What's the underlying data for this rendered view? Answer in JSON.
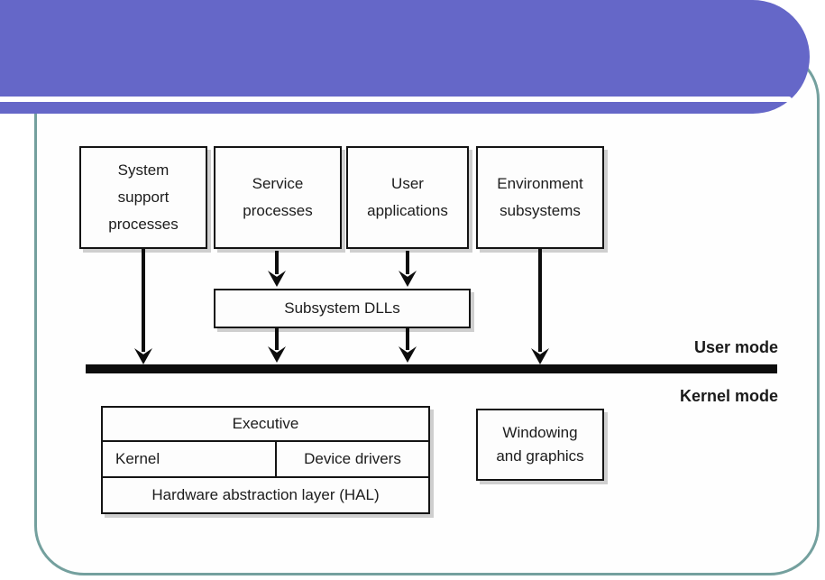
{
  "slide": {
    "banner": {
      "color": "#6567c8",
      "divider_color": "#ffffff"
    },
    "frame_color": "#74a09e",
    "diagram": {
      "top_boxes": [
        {
          "label": "System\nsupport\nprocesses"
        },
        {
          "label": "Service\nprocesses"
        },
        {
          "label": "User\napplications"
        },
        {
          "label": "Environment\nsubsystems"
        }
      ],
      "subsystem_dlls": {
        "label": "Subsystem DLLs"
      },
      "mode_labels": {
        "user": "User mode",
        "kernel": "Kernel mode"
      },
      "kernel_stack": {
        "executive": "Executive",
        "kernel": "Kernel",
        "device_drivers": "Device drivers",
        "hal": "Hardware abstraction layer (HAL)"
      },
      "windowing": {
        "label": "Windowing\nand graphics"
      },
      "divider_color": "#0d0d0d"
    }
  }
}
